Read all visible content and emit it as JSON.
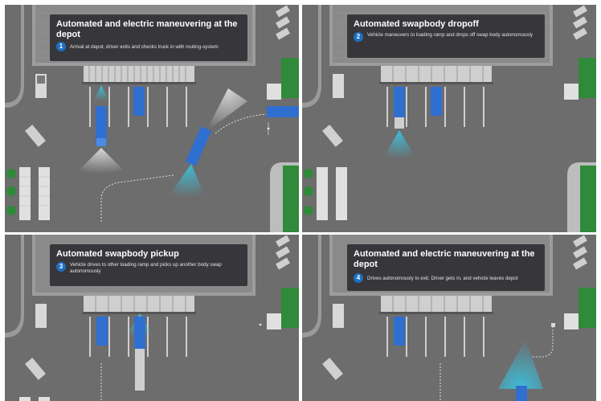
{
  "panels": [
    {
      "title": "Automated and electric maneuvering at the depot",
      "step": "1",
      "description": "Arrival at depot, driver exits and checks truck in with routing-system"
    },
    {
      "title": "Automated swapbody dropoff",
      "step": "2",
      "description": "Vehicle maneuvers to loading ramp and drops off swap body autonomously"
    },
    {
      "title": "Automated swapbody pickup",
      "step": "3",
      "description": "Vehicle drives to other loading ramp and picks up another body swap autonomously"
    },
    {
      "title": "Automated and electric maneuvering at the depot",
      "step": "4",
      "description": "Drives autonomously to exit. Driver gets in, and vehicle leaves depot"
    }
  ],
  "colors": {
    "asphalt": "#6d6d6d",
    "building_roof": "#8a8a8a",
    "truck_blue": "#2f6fd0",
    "sensor_cyan": "#37c7e6",
    "grass": "#2f8a3a",
    "caption_bg": "#303034",
    "step_badge": "#1f6fc2"
  }
}
